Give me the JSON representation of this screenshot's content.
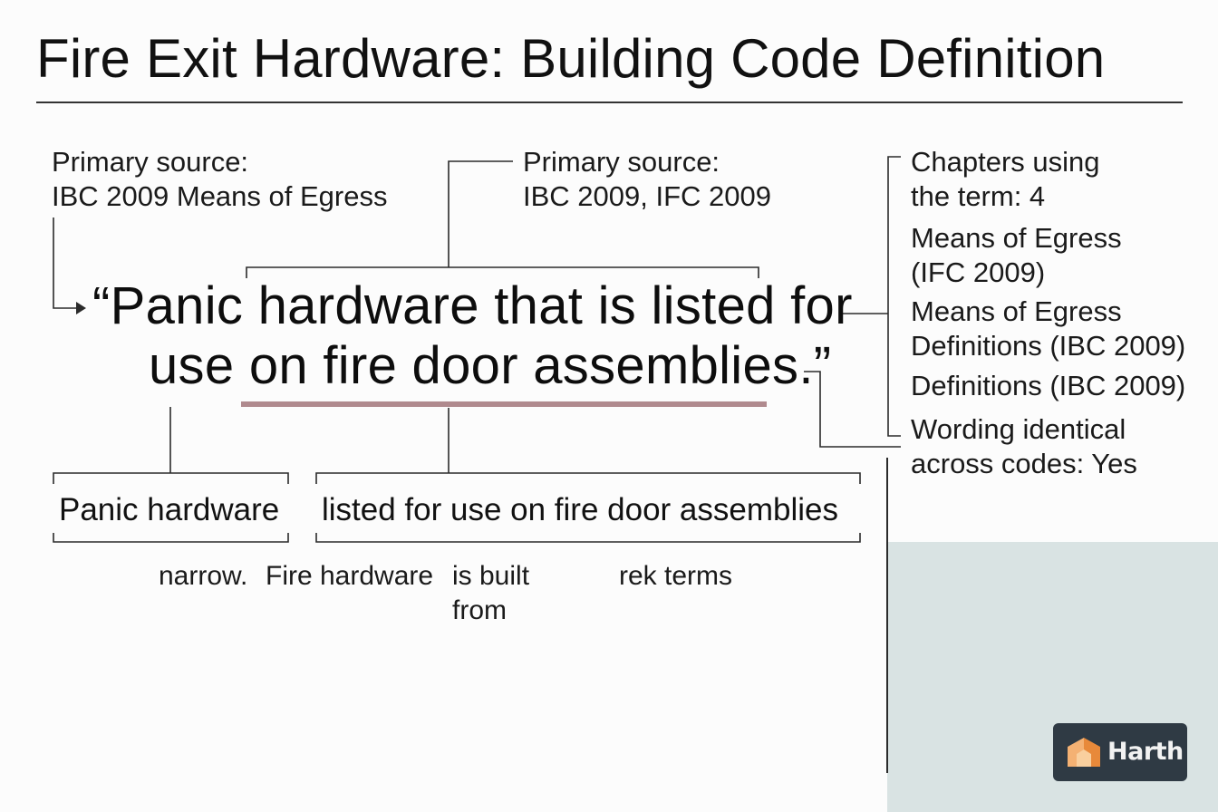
{
  "title": "Fire Exit Hardware: Building Code Definition",
  "source_left": {
    "line1": "Primary source:",
    "line2": "IBC 2009 Means of Egress"
  },
  "source_center": {
    "line1": "Primary source:",
    "line2": "IBC 2009, IFC 2009"
  },
  "quote": {
    "line1": "“Panic hardware that is listed for",
    "line2": "use on fire door assemblies.”"
  },
  "sidebar": {
    "chapters": {
      "line1": "Chapters using",
      "line2": "the term: 4"
    },
    "items": [
      {
        "line1": "Means of Egress",
        "line2": "(IFC 2009)"
      },
      {
        "line1": "Means of Egress",
        "line2": "Definitions (IBC 2009)"
      },
      {
        "line1": "Definitions (IBC 2009)"
      }
    ],
    "identical": {
      "line1": "Wording identical",
      "line2": "across codes: Yes"
    }
  },
  "boxes": {
    "panic": "Panic hardware",
    "listed": "listed for use on fire door assemblies"
  },
  "notes": {
    "narrow": "narrow.",
    "fire_hardware": "Fire hardware",
    "is_built": {
      "line1": "is built",
      "line2": "from"
    },
    "rek_terms": "rek terms"
  },
  "logo": {
    "text": "Harth",
    "colors": {
      "mark_light": "#f4b173",
      "mark_dark": "#e8893a",
      "background": "#2f3a44"
    }
  },
  "colors": {
    "underline": "#b08a8e",
    "panel": "#d9e3e3",
    "lines": "#2b2b2b"
  }
}
